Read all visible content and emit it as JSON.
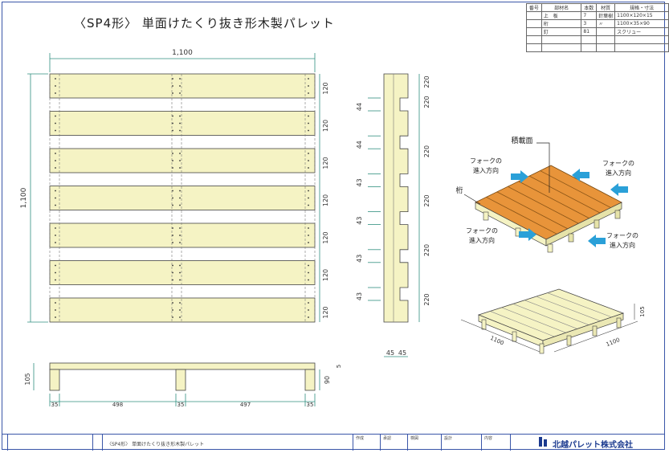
{
  "drawing": {
    "title": "〈SP4形〉 単面けたくり抜き形木製パレット",
    "colors": {
      "wood": "#f5f3c4",
      "outline": "#444444",
      "dim": "#2f8f7f",
      "frame": "#3a56a8",
      "arrow": "#2aa0d8",
      "deck_orange": "#e8943a"
    }
  },
  "spec_table": {
    "headers": [
      "番号",
      "部材名",
      "本数",
      "材質",
      "規格・寸法"
    ],
    "rows": [
      [
        "",
        "上　板",
        "7",
        "針葉樹",
        "1100×120×15"
      ],
      [
        "",
        "桁",
        "3",
        "〃",
        "1100×35×90"
      ],
      [
        "",
        "釘",
        "81",
        "",
        "スクリュー"
      ],
      [
        "",
        "",
        "",
        "",
        ""
      ],
      [
        "",
        "",
        "",
        "",
        ""
      ]
    ]
  },
  "plan_view": {
    "overall_width": "1,100",
    "overall_height": "1,100",
    "board_width_labels": [
      "120",
      "120",
      "120",
      "120",
      "120",
      "120",
      "120"
    ]
  },
  "side_view": {
    "height_label": "105",
    "stringer_height": "90",
    "top_offset": "5",
    "bottom_labels": [
      "35",
      "498",
      "35",
      "497",
      "35"
    ]
  },
  "end_view": {
    "notch_labels": [
      "44",
      "44",
      "43",
      "43",
      "43",
      "43"
    ],
    "pitch_labels": [
      "220",
      "220",
      "220",
      "220",
      "220"
    ],
    "bottom_labels": [
      "45",
      "45"
    ]
  },
  "iso_callouts": {
    "deck_surface": "積載面",
    "stringer": "桁",
    "fork_entry": [
      "フォークの\n進入方向",
      "フォークの\n進入方向",
      "フォークの\n進入方向",
      "フォークの\n進入方向"
    ]
  },
  "iso_view": {
    "dim_a": "1100",
    "dim_b": "1100",
    "dim_h": "105"
  },
  "footer": {
    "title": "〈SP4形〉 単面けたくり抜き形木製パレット",
    "company": "北越パレット株式会社",
    "cells": [
      "作成",
      "承認",
      "検図",
      "設計",
      "内容"
    ]
  }
}
